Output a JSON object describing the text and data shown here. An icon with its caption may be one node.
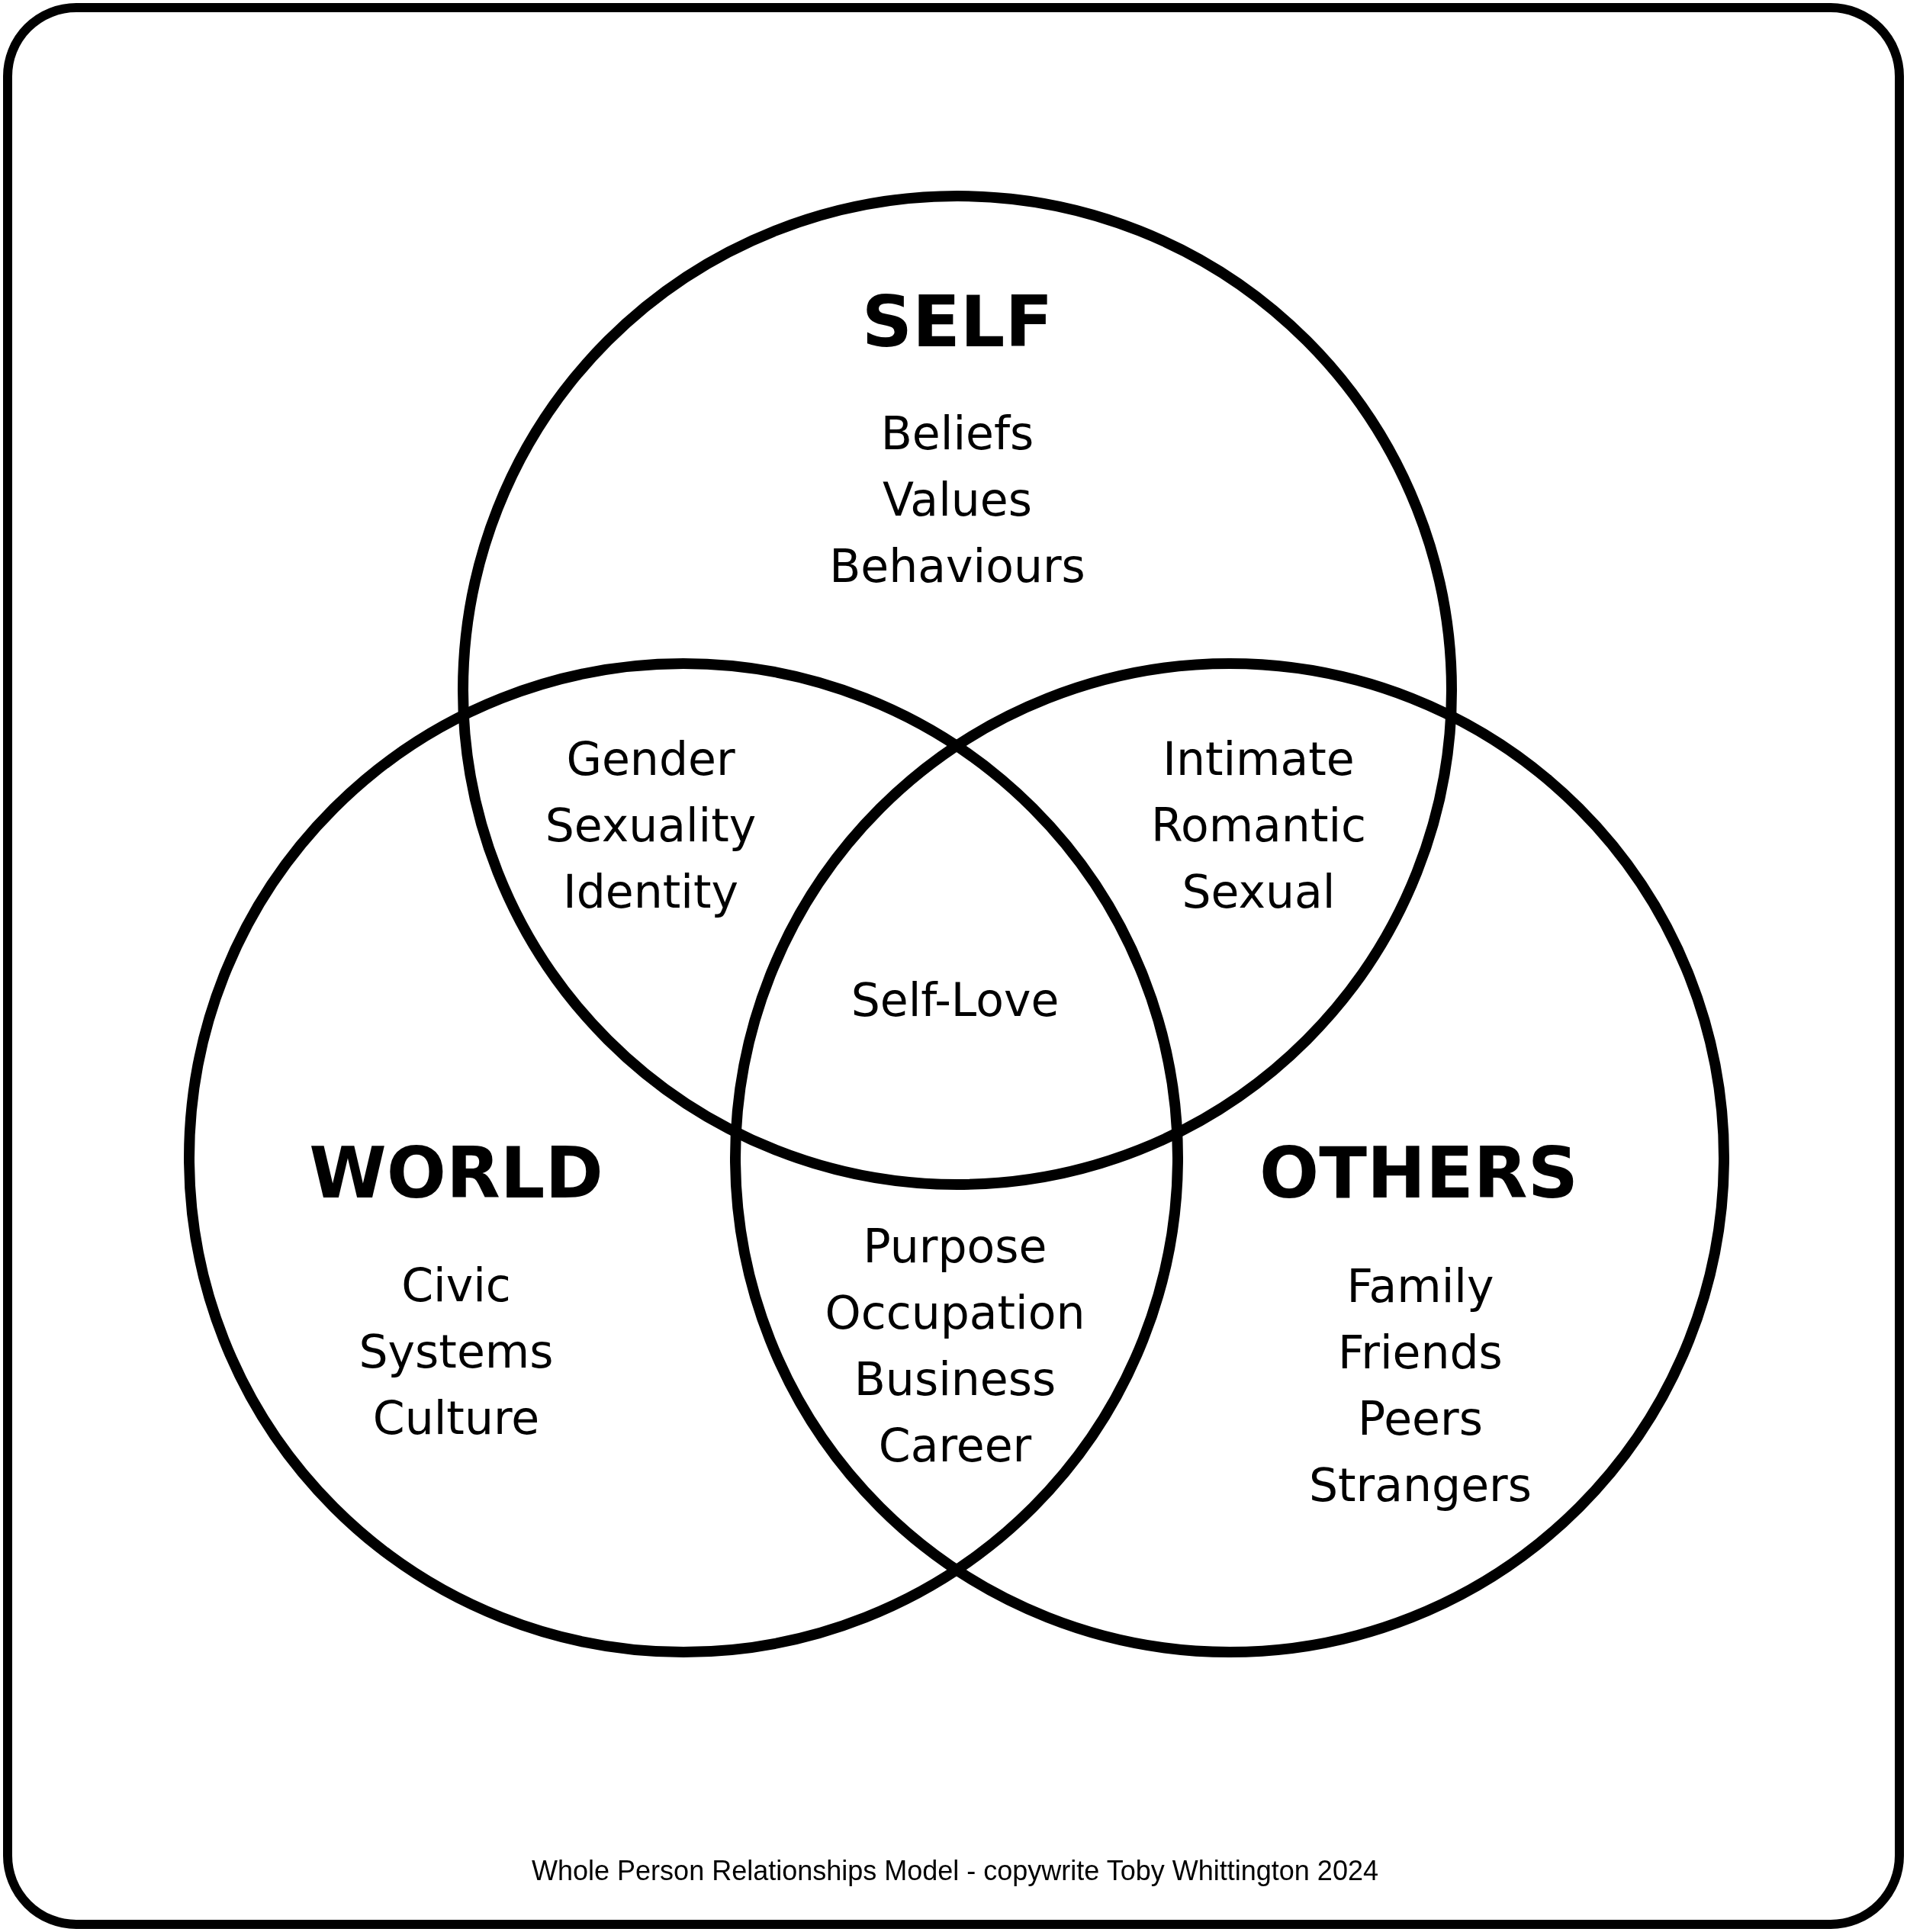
{
  "diagram": {
    "caption": "Whole Person Relationships Model - copywrite Toby Whittington 2024",
    "nodes": [
      {
        "text": [
          "SELF",
          "Beliefs Values Behaviours"
        ]
      },
      {
        "text": [
          "WORLD",
          "Civic Systems Culture"
        ]
      },
      {
        "text": [
          "OTHERS",
          "Family Friends Peers Strangers"
        ]
      }
    ],
    "edges": [],
    "labels": [
      "Gender Sexuality Identity",
      "Intimate Romantic Sexual",
      "Self-Love",
      "Purpose Occupation Business Career"
    ]
  }
}
